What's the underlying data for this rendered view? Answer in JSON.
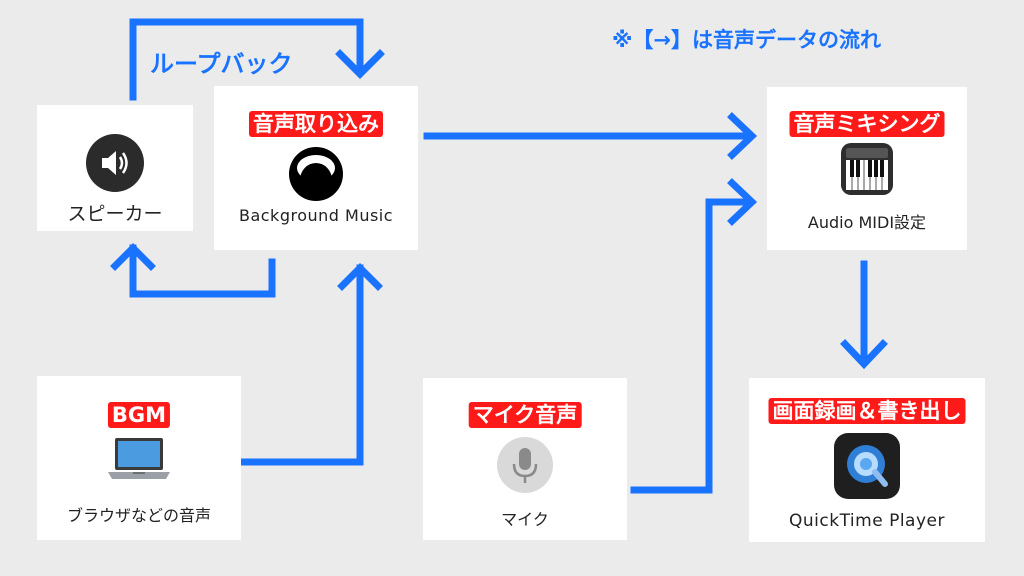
{
  "note": "※【→】は音声データの流れ",
  "loopback_label": "ループバック",
  "speaker": {
    "label": "スピーカー",
    "icon": "speaker-icon"
  },
  "capture": {
    "tag": "音声取り込み",
    "label": "Background Music",
    "icon": "background-music-icon"
  },
  "mixing": {
    "tag": "音声ミキシング",
    "label": "Audio MIDI設定",
    "icon": "piano-keyboard-icon"
  },
  "bgm": {
    "tag": "BGM",
    "label": "ブラウザなどの音声",
    "icon": "laptop-icon"
  },
  "mic": {
    "tag": "マイク音声",
    "label": "マイク",
    "icon": "microphone-icon"
  },
  "recording": {
    "tag": "画面録画＆書き出し",
    "label": "QuickTime Player",
    "icon": "quicktime-icon"
  },
  "colors": {
    "arrow": "#1a73ff",
    "tag": "#ff1a1a",
    "background": "#ebebeb"
  }
}
